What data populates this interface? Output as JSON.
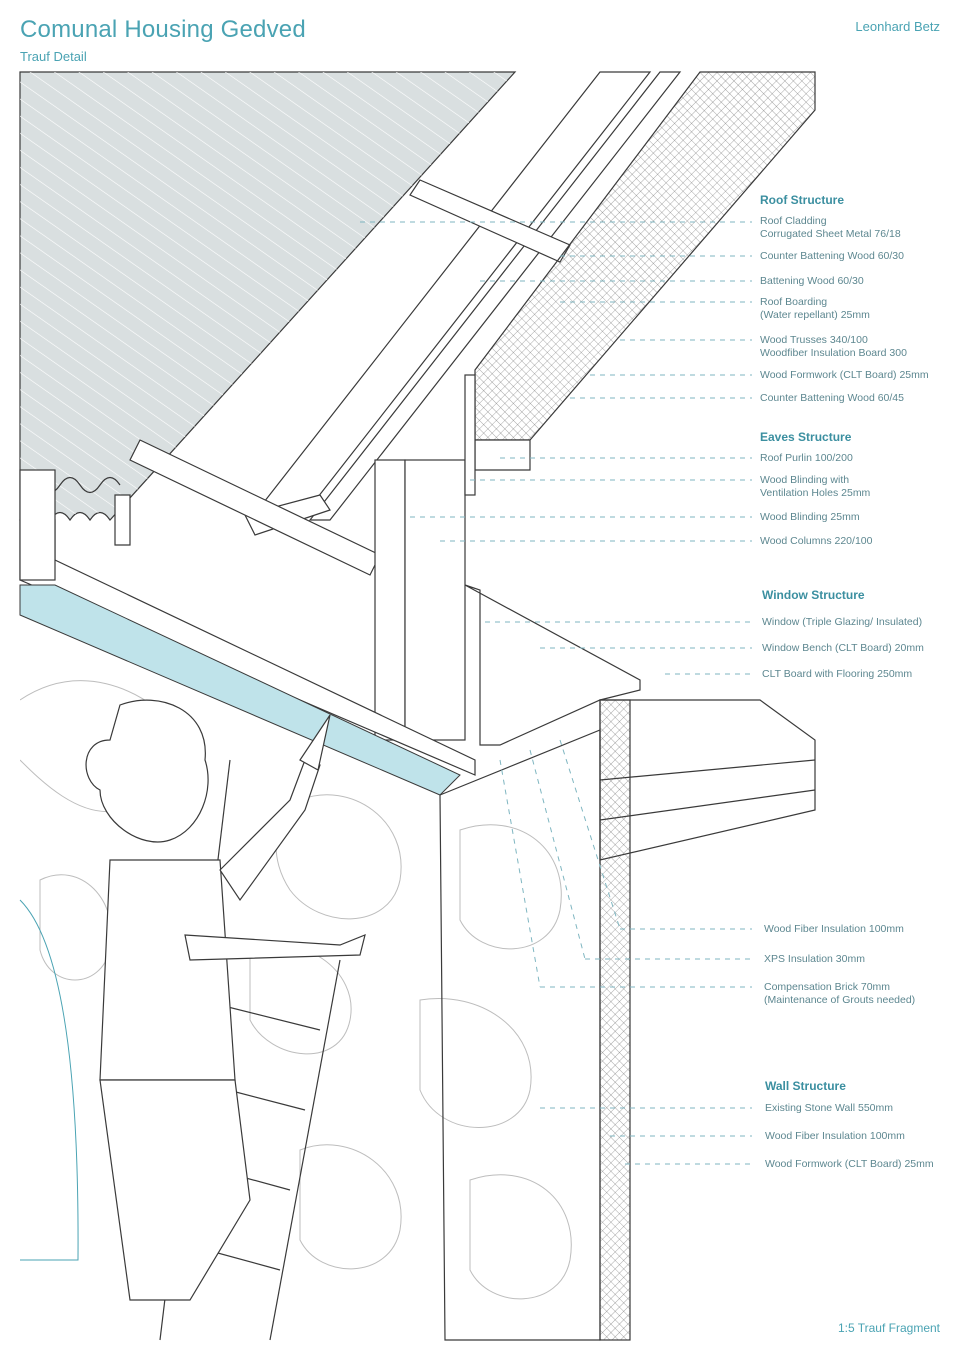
{
  "header": {
    "title": "Comunal Housing Gedved",
    "subtitle": "Trauf Detail",
    "author": "Leonhard Betz"
  },
  "footer": {
    "scale": "1:5 Trauf Fragment"
  },
  "colors": {
    "accent": "#4aa3b3",
    "line": "#3a3a3a",
    "roof_fill": "#d9dfe0",
    "insulation": "#cfcfcf",
    "brick": "#bfe3ea"
  },
  "roof_structure": {
    "heading": "Roof Structure",
    "items": [
      "Roof Cladding\nCorrugated Sheet Metal 76/18",
      "Counter Battening Wood 60/30",
      "Battening Wood 60/30",
      "Roof Boarding\n(Water repellant) 25mm",
      "Wood Trusses 340/100\nWoodfiber Insulation Board 300",
      "Wood Formwork (CLT Board) 25mm",
      "Counter Battening Wood 60/45"
    ]
  },
  "eaves_structure": {
    "heading": "Eaves Structure",
    "items": [
      "Roof Purlin 100/200",
      "Wood Blinding with\nVentilation Holes 25mm",
      "Wood Blinding 25mm",
      "Wood Columns 220/100"
    ]
  },
  "window_structure": {
    "heading": "Window Structure",
    "items": [
      "Window (Triple Glazing/ Insulated)",
      "Window Bench (CLT Board) 20mm",
      "CLT Board with Flooring 250mm"
    ]
  },
  "insulation_layers": {
    "items": [
      "Wood Fiber Insulation 100mm",
      "XPS Insulation 30mm",
      "Compensation Brick 70mm\n(Maintenance of Grouts needed)"
    ]
  },
  "wall_structure": {
    "heading": "Wall Structure",
    "items": [
      "Existing Stone Wall 550mm",
      "Wood Fiber Insulation 100mm",
      "Wood Formwork (CLT Board) 25mm"
    ]
  }
}
